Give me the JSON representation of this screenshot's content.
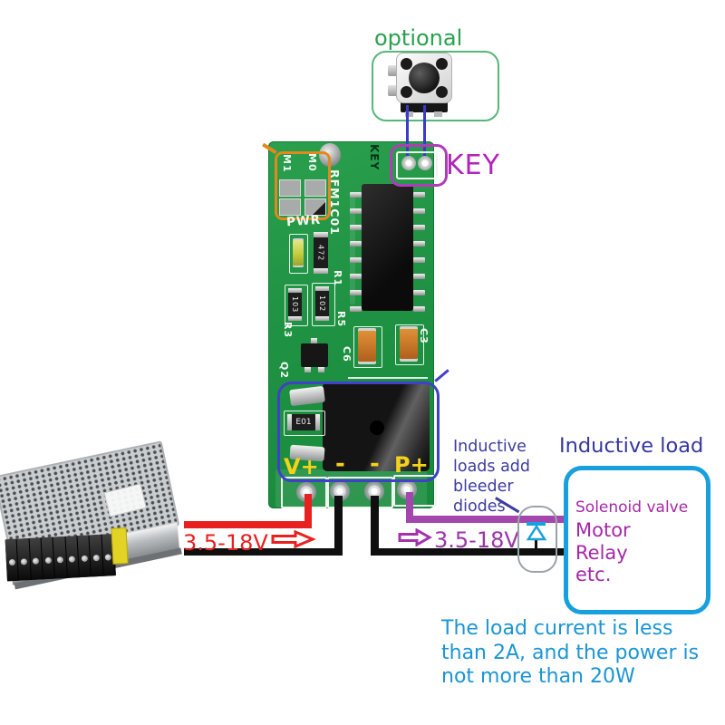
{
  "annotations": {
    "optional_label": "optional",
    "key_label": "KEY",
    "input_voltage": "3.5-18V",
    "output_voltage": "3.5-18V",
    "bleeder_note_lines": [
      "Inductive",
      "loads add",
      "bleeder",
      "diodes"
    ],
    "load_title": "Inductive load",
    "load_items": [
      "Solenoid valve",
      "Motor",
      "Relay",
      "etc."
    ],
    "load_spec_lines": [
      "The load current is less",
      "than 2A, and the power is",
      "not more than 20W"
    ]
  },
  "pcb": {
    "silkscreen": {
      "key": "KEY",
      "m1": "M1",
      "m0": "M0",
      "model": "RFM1C01",
      "pwr": "PWR",
      "r1": "R1",
      "r5": "R5",
      "r3": "R3",
      "q2": "Q2",
      "c3": "C3",
      "c6": "C6"
    },
    "part_markings": {
      "r_472": "472",
      "r_103": "103",
      "r_102": "102",
      "r_e01": "E01"
    },
    "pad_labels": [
      "V+",
      "-",
      "-",
      "P+"
    ]
  },
  "colors": {
    "optional_green": "#2aa14e",
    "key_magenta": "#b024ba",
    "annotation_blue": "#4040c8",
    "orange_highlight": "#e2881c",
    "input_red": "#e8201f",
    "output_purple": "#9a35a8",
    "note_indigo": "#3c3c9e",
    "load_box_cyan": "#18a0dc",
    "load_text_purple": "#a428a8",
    "spec_blue": "#1b95d4",
    "pcb_green": "#1f9243",
    "silk_yellow": "#f3d11c"
  }
}
